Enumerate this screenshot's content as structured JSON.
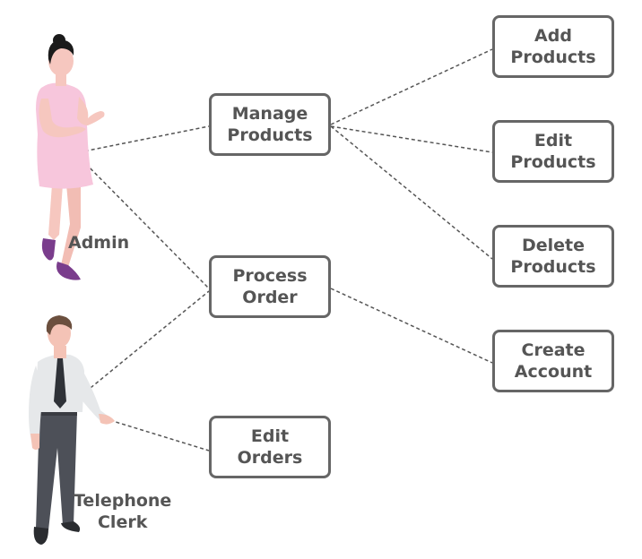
{
  "actors": {
    "admin": {
      "label": "Admin"
    },
    "clerk": {
      "line1": "Telephone",
      "line2": "Clerk"
    }
  },
  "use_cases": {
    "manage_products": {
      "line1": "Manage",
      "line2": "Products"
    },
    "process_order": {
      "line1": "Process",
      "line2": "Order"
    },
    "edit_orders": {
      "line1": "Edit",
      "line2": "Orders"
    },
    "add_products": {
      "line1": "Add",
      "line2": "Products"
    },
    "edit_products": {
      "line1": "Edit",
      "line2": "Products"
    },
    "delete_products": {
      "line1": "Delete",
      "line2": "Products"
    },
    "create_account": {
      "line1": "Create",
      "line2": "Account"
    }
  },
  "colors": {
    "border": "#666666",
    "text": "#555555",
    "connector": "#555555",
    "admin_dress": "#f7c6dc",
    "admin_skin": "#f6c7bf",
    "admin_hair": "#1b1b1b",
    "admin_shoes": "#7a3d8c",
    "clerk_shirt": "#e6e8ea",
    "clerk_pants": "#4d5058",
    "clerk_tie": "#2f3238",
    "clerk_hair": "#6b4f3e",
    "clerk_skin": "#f4c3b6"
  },
  "icons": {
    "admin": "admin-woman-figure-icon",
    "clerk": "telephone-clerk-man-figure-icon"
  }
}
